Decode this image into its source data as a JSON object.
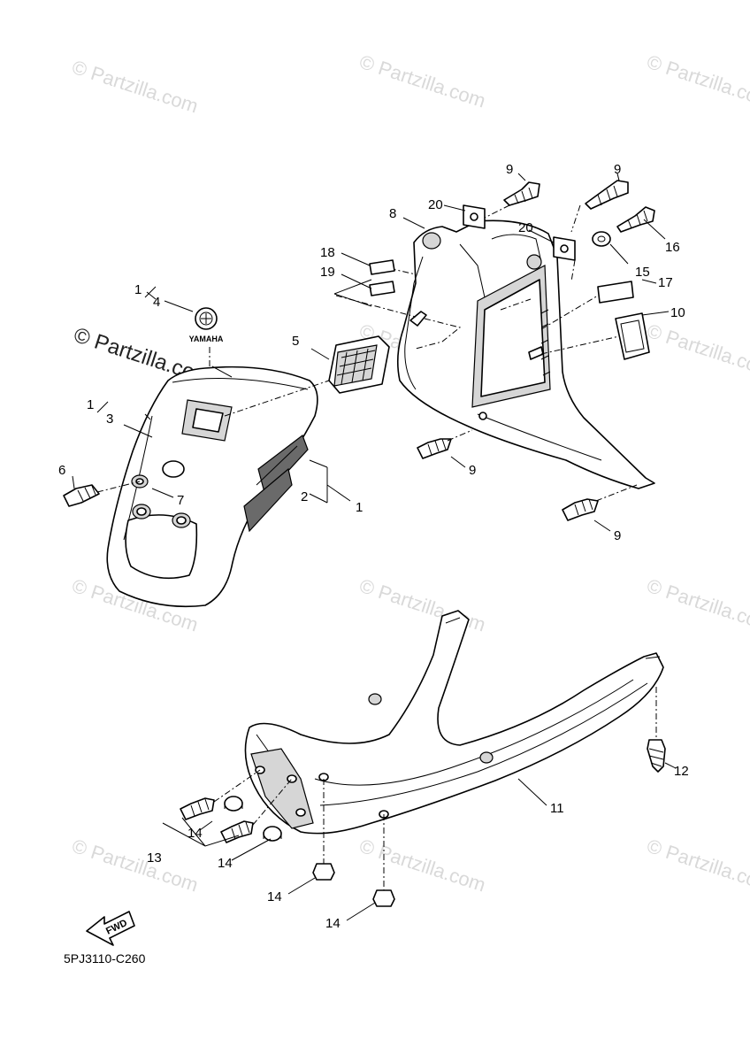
{
  "watermark": {
    "text": "© Partzilla.com",
    "prominent_text": "© Partzilla.com"
  },
  "callouts": {
    "c1a": "1",
    "c1b": "1",
    "c1c": "1",
    "c2": "2",
    "c3": "3",
    "c4": "4",
    "c5": "5",
    "c6": "6",
    "c7": "7",
    "c8": "8",
    "c9a": "9",
    "c9b": "9",
    "c9c": "9",
    "c9d": "9",
    "c10": "10",
    "c11": "11",
    "c12": "12",
    "c13": "13",
    "c14a": "14",
    "c14b": "14",
    "c14c": "14",
    "c14d": "14",
    "c15": "15",
    "c16": "16",
    "c17": "17",
    "c18": "18",
    "c19": "19",
    "c20a": "20",
    "c20b": "20"
  },
  "emblem_text": "YAMAHA",
  "fwd_text": "FWD",
  "diagram_code": "5PJ3110-C260"
}
